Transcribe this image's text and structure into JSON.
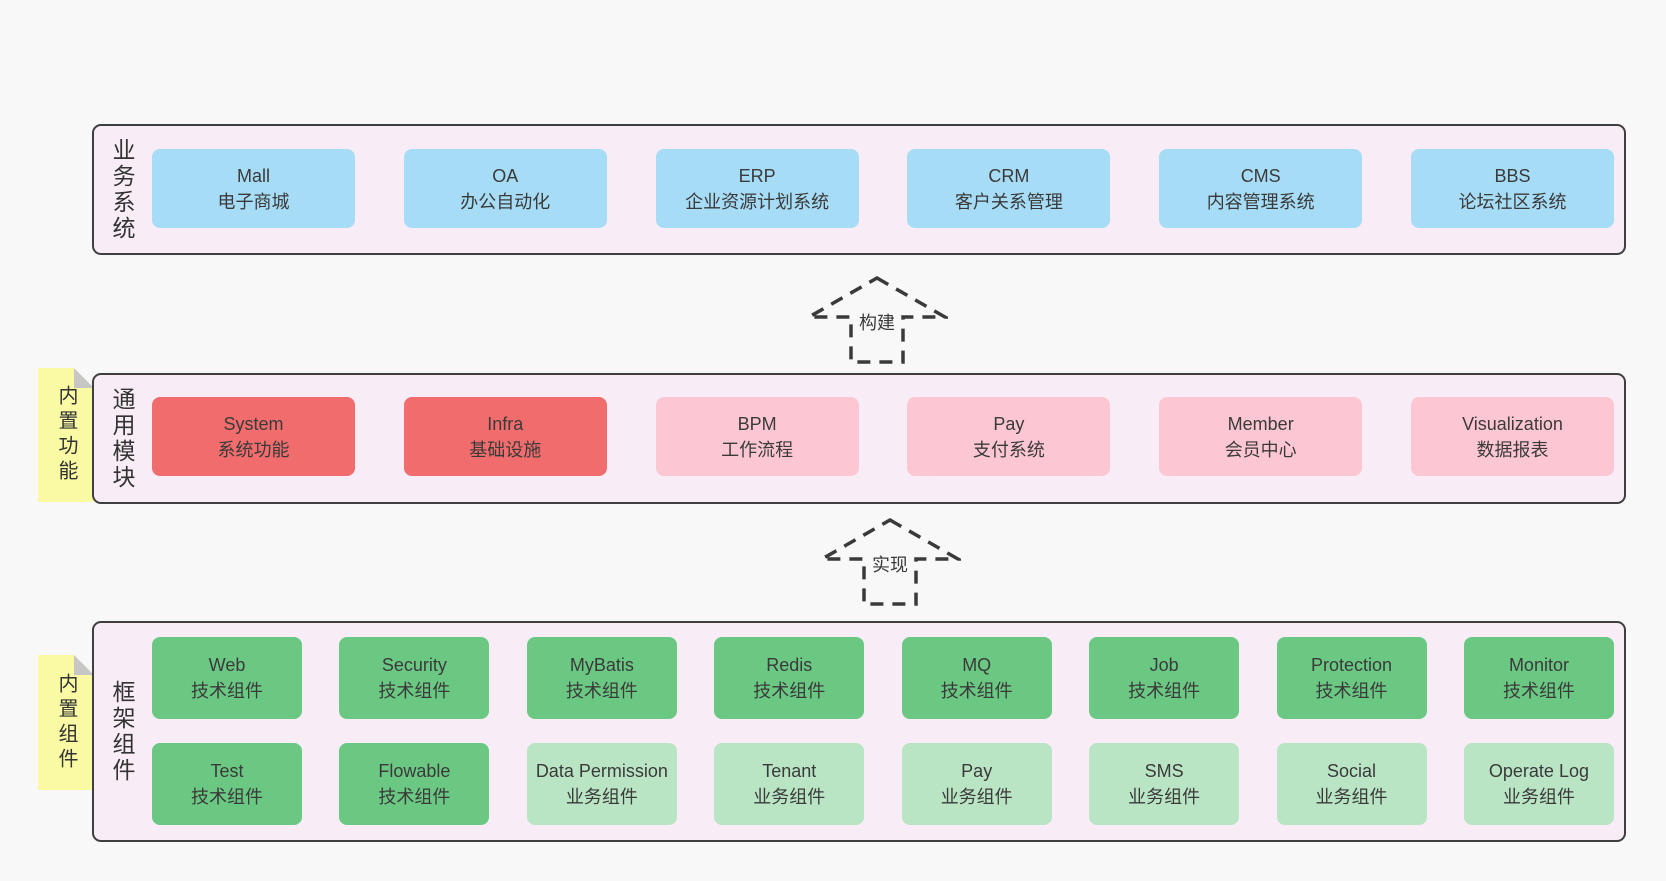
{
  "colors": {
    "background": "#f8f8f8",
    "panel_fill": "#f8edf6",
    "panel_border": "#3f3f3f",
    "blue_box": "#a7dcf6",
    "red_box": "#f16c6c",
    "pink_box": "#fcc7d2",
    "green_box": "#6bc883",
    "light_green_box": "#bae5c5",
    "tab_yellow": "#fafaa5",
    "fold_gray": "#c6c6c6",
    "text": "#3a3a3a"
  },
  "layers": {
    "business": {
      "side_label": "业务系统",
      "boxes": [
        {
          "name": "Mall",
          "desc": "电子商城"
        },
        {
          "name": "OA",
          "desc": "办公自动化"
        },
        {
          "name": "ERP",
          "desc": "企业资源计划系统"
        },
        {
          "name": "CRM",
          "desc": "客户关系管理"
        },
        {
          "name": "CMS",
          "desc": "内容管理系统"
        },
        {
          "name": "BBS",
          "desc": "论坛社区系统"
        }
      ]
    },
    "modules": {
      "tab_label": "内置功能",
      "side_label": "通用模块",
      "boxes": [
        {
          "name": "System",
          "desc": "系统功能"
        },
        {
          "name": "Infra",
          "desc": "基础设施"
        },
        {
          "name": "BPM",
          "desc": "工作流程"
        },
        {
          "name": "Pay",
          "desc": "支付系统"
        },
        {
          "name": "Member",
          "desc": "会员中心"
        },
        {
          "name": "Visualization",
          "desc": "数据报表"
        }
      ]
    },
    "components": {
      "tab_label": "内置组件",
      "side_label": "框架组件",
      "rows": [
        [
          {
            "name": "Web",
            "desc": "技术组件"
          },
          {
            "name": "Security",
            "desc": "技术组件"
          },
          {
            "name": "MyBatis",
            "desc": "技术组件"
          },
          {
            "name": "Redis",
            "desc": "技术组件"
          },
          {
            "name": "MQ",
            "desc": "技术组件"
          },
          {
            "name": "Job",
            "desc": "技术组件"
          },
          {
            "name": "Protection",
            "desc": "技术组件"
          },
          {
            "name": "Monitor",
            "desc": "技术组件"
          }
        ],
        [
          {
            "name": "Test",
            "desc": "技术组件"
          },
          {
            "name": "Flowable",
            "desc": "技术组件"
          },
          {
            "name": "Data Permission",
            "desc": "业务组件"
          },
          {
            "name": "Tenant",
            "desc": "业务组件"
          },
          {
            "name": "Pay",
            "desc": "业务组件"
          },
          {
            "name": "SMS",
            "desc": "业务组件"
          },
          {
            "name": "Social",
            "desc": "业务组件"
          },
          {
            "name": "Operate Log",
            "desc": "业务组件"
          }
        ]
      ]
    }
  },
  "arrows": {
    "build": {
      "label": "构建"
    },
    "implement": {
      "label": "实现"
    }
  }
}
